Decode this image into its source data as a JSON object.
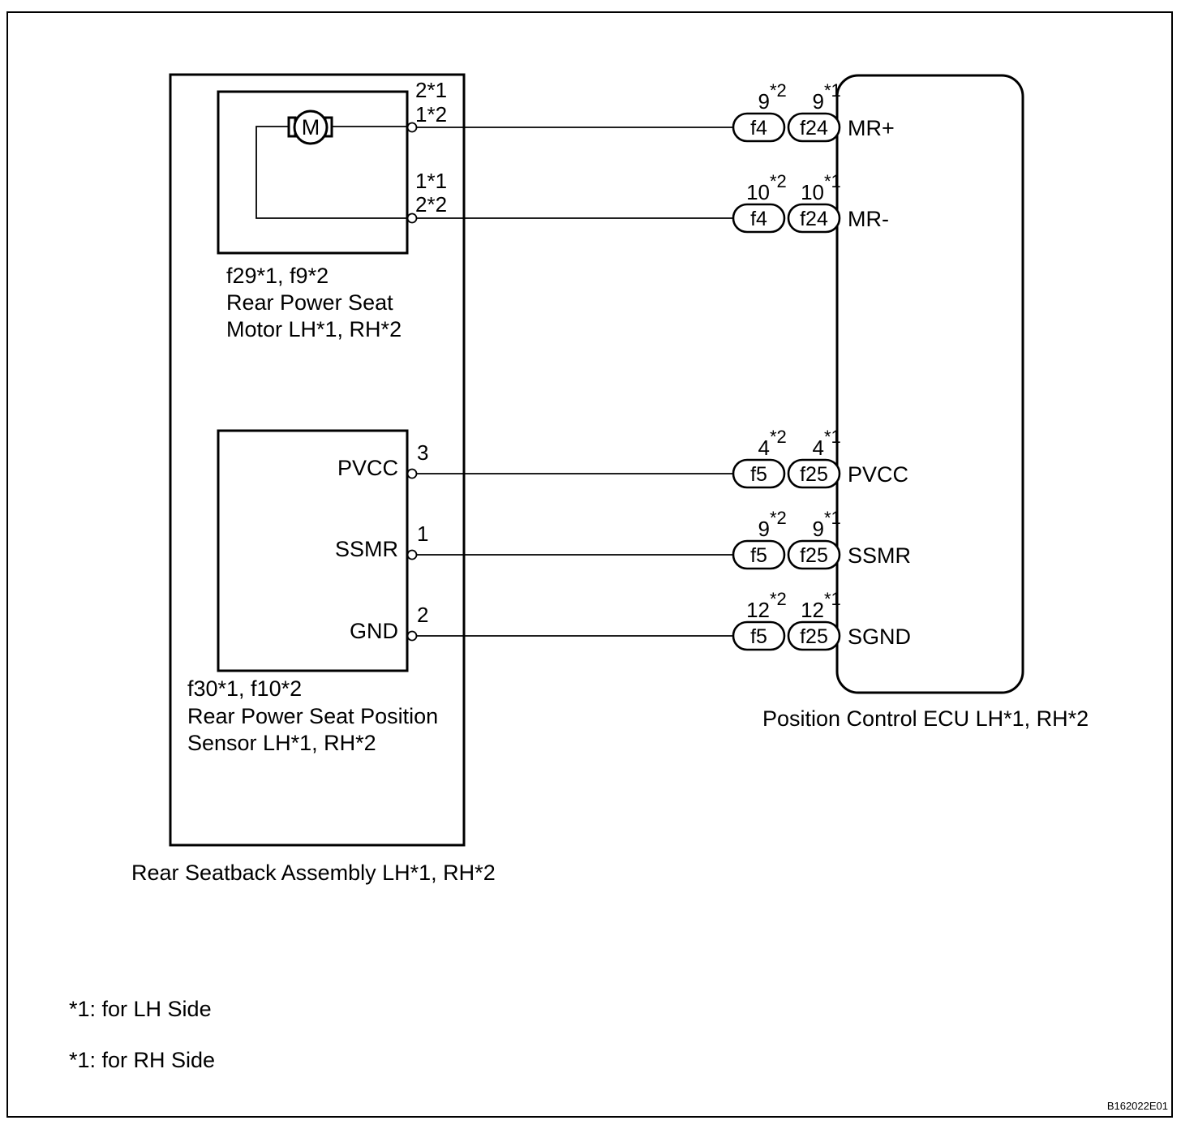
{
  "assembly": {
    "label": "Rear Seatback Assembly LH*1, RH*2"
  },
  "motor": {
    "symbol": "M",
    "connector": "f29*1, f9*2",
    "name_line1": "Rear Power Seat",
    "name_line2": "Motor LH*1, RH*2",
    "pins": [
      {
        "line1": "2*1",
        "line2": "1*2"
      },
      {
        "line1": "1*1",
        "line2": "2*2"
      }
    ]
  },
  "sensor": {
    "connector": "f30*1, f10*2",
    "name_line1": "Rear Power Seat Position",
    "name_line2": "Sensor LH*1, RH*2",
    "pins": [
      {
        "label": "PVCC",
        "number": "3"
      },
      {
        "label": "SSMR",
        "number": "1"
      },
      {
        "label": "GND",
        "number": "2"
      }
    ]
  },
  "ecu": {
    "label": "Position Control ECU LH*1, RH*2",
    "terminals": [
      {
        "name": "MR+",
        "c1": "f4",
        "c1_num": "9",
        "c1_sup": "*2",
        "c2": "f24",
        "c2_num": "9",
        "c2_sup": "*1"
      },
      {
        "name": "MR-",
        "c1": "f4",
        "c1_num": "10",
        "c1_sup": "*2",
        "c2": "f24",
        "c2_num": "10",
        "c2_sup": "*1"
      },
      {
        "name": "PVCC",
        "c1": "f5",
        "c1_num": "4",
        "c1_sup": "*2",
        "c2": "f25",
        "c2_num": "4",
        "c2_sup": "*1"
      },
      {
        "name": "SSMR",
        "c1": "f5",
        "c1_num": "9",
        "c1_sup": "*2",
        "c2": "f25",
        "c2_num": "9",
        "c2_sup": "*1"
      },
      {
        "name": "SGND",
        "c1": "f5",
        "c1_num": "12",
        "c1_sup": "*2",
        "c2": "f25",
        "c2_num": "12",
        "c2_sup": "*1"
      }
    ]
  },
  "notes": [
    "*1: for LH Side",
    "*1: for RH Side"
  ],
  "figure_code": "B162022E01"
}
